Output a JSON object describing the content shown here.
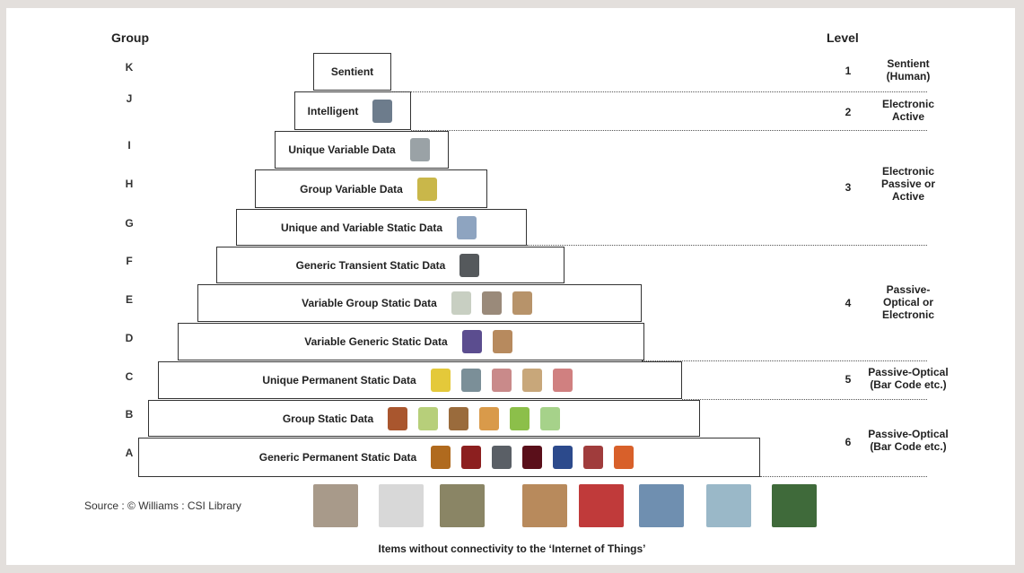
{
  "headers": {
    "group": "Group",
    "level": "Level"
  },
  "groups": [
    "K",
    "J",
    "I",
    "H",
    "G",
    "F",
    "E",
    "D",
    "C",
    "B",
    "A"
  ],
  "tiers": [
    {
      "label": "Sentient",
      "icons": []
    },
    {
      "label": "Intelligent",
      "icons": [
        "computer-icon"
      ]
    },
    {
      "label": "Unique Variable Data",
      "icons": [
        "fridge-icon"
      ]
    },
    {
      "label": "Group Variable Data",
      "icons": [
        "car-icon"
      ]
    },
    {
      "label": "Unique and Variable Static Data",
      "icons": [
        "container-icon"
      ]
    },
    {
      "label": "Generic Transient Static Data",
      "icons": [
        "truck-icon"
      ]
    },
    {
      "label": "Variable Group Static Data",
      "icons": [
        "pallet-icon",
        "crate-icon",
        "box-stack-icon"
      ]
    },
    {
      "label": "Variable Generic Static Data",
      "icons": [
        "ready-meal-icon",
        "food-pack-icon"
      ]
    },
    {
      "label": "Unique Permanent Static Data",
      "icons": [
        "banana-icon",
        "fish-icon",
        "meat-pack-icon",
        "chicken-icon",
        "fish-fillet-icon"
      ]
    },
    {
      "label": "Group Static Data",
      "icons": [
        "pineapple-icon",
        "fennel-icon",
        "bread-icon",
        "orange-icon",
        "bio-pack-icon",
        "cabbage-icon"
      ]
    },
    {
      "label": "Generic Permanent Static Data",
      "icons": [
        "juice-pack-icon",
        "can-icon",
        "can-pack-icon",
        "wine-bottle-icon",
        "jar-icon",
        "drink-icon",
        "baked-beans-icon"
      ]
    }
  ],
  "levels": [
    {
      "num": "1",
      "text": [
        "Sentient",
        "(Human)"
      ]
    },
    {
      "num": "2",
      "text": [
        "Electronic",
        "Active"
      ]
    },
    {
      "num": "3",
      "text": [
        "Electronic",
        "Passive or",
        "Active"
      ]
    },
    {
      "num": "4",
      "text": [
        "Passive-",
        "Optical or",
        "Electronic"
      ]
    },
    {
      "num": "5",
      "text": [
        "Passive-Optical",
        "(Bar Code etc.)"
      ]
    },
    {
      "num": "6",
      "text": [
        "Passive-Optical",
        "(Bar Code etc.)"
      ]
    }
  ],
  "unconnected_items": [
    "stone-icon",
    "toilet-icon",
    "mole-icon",
    "table-icon",
    "wine-glass-icon",
    "robin-icon",
    "deckchair-icon",
    "tree-icon"
  ],
  "source": "Source : © Williams : CSI Library",
  "caption": "Items without connectivity to the ‘Internet of Things’",
  "colors": {
    "border": "#333333",
    "background": "#e3dfdc",
    "panel": "#ffffff",
    "dashes": "#555555"
  }
}
